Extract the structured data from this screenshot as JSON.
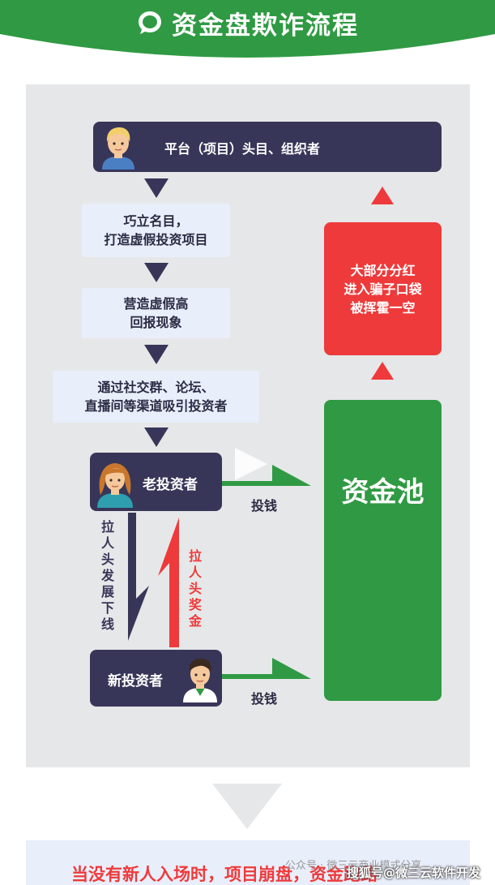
{
  "header": {
    "title": "资金盘欺诈流程",
    "color": "#2f9a43"
  },
  "flow": {
    "organizer": "平台（项目）头目、组织者",
    "steps": [
      "巧立名目，\n打造虚假投资项目",
      "营造虚假高\n回报现象",
      "通过社交群、论坛、\n直播间等渠道吸引投资者"
    ],
    "old_investor": "老投资者",
    "new_investor": "新投资者",
    "recruit_label": "拉人头发展下线",
    "bonus_label": "拉人头奖金",
    "invest_label_1": "投钱",
    "invest_label_2": "投钱",
    "pool_label": "资金池",
    "red_box": "大部分分红\n进入骗子口袋\n被挥霍一空"
  },
  "bottom": {
    "text": "当没有新人入场时，项目崩盘，资金跑路"
  },
  "watermarks": {
    "gray": "公众号 · 微三云商业模式分享",
    "white": "搜狐号@微三云软件开发"
  },
  "colors": {
    "green": "#2f9a43",
    "navy": "#373658",
    "red": "#ee3a3b",
    "light_blue": "#e9eefb",
    "panel_gray": "#e6e7e8"
  }
}
